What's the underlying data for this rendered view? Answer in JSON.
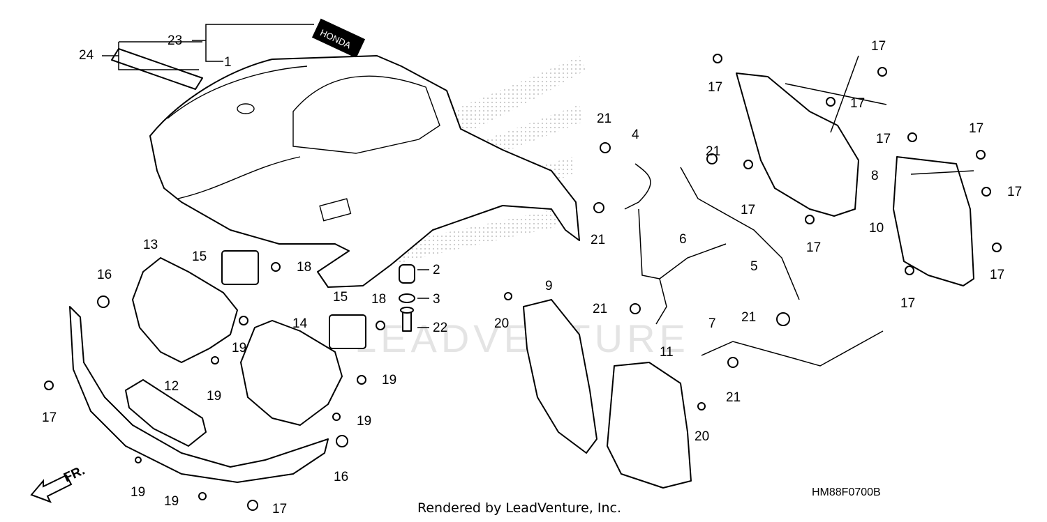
{
  "watermark": "LEADVENTURE",
  "footer": "Rendered by LeadVenture, Inc.",
  "diagram_code": "HM88F0700B",
  "front_label": "FR.",
  "emblem_text": "HONDA",
  "callouts": [
    "1",
    "2",
    "3",
    "4",
    "5",
    "6",
    "7",
    "8",
    "9",
    "10",
    "11",
    "12",
    "13",
    "14",
    "15",
    "15",
    "16",
    "16",
    "17",
    "17",
    "17",
    "17",
    "17",
    "17",
    "17",
    "17",
    "17",
    "17",
    "17",
    "17",
    "18",
    "18",
    "19",
    "19",
    "19",
    "19",
    "19",
    "19",
    "20",
    "20",
    "21",
    "21",
    "21",
    "21",
    "21",
    "21",
    "22",
    "23",
    "24"
  ]
}
